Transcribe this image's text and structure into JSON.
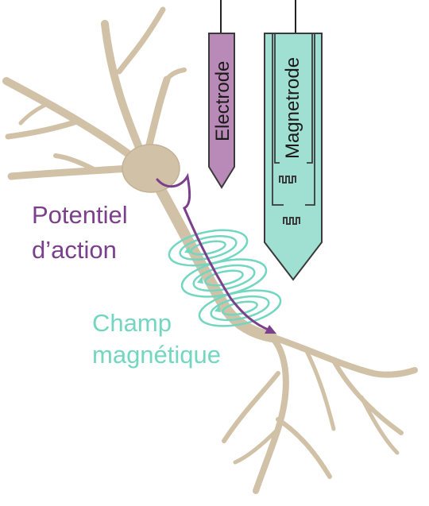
{
  "labels": {
    "electrode": "Electrode",
    "magnetrode": "Magnetrode",
    "action_potential_line1": "Potentiel",
    "action_potential_line2": "d’action",
    "magnetic_field_line1": "Champ",
    "magnetic_field_line2": "magnétique"
  },
  "colors": {
    "neuron": "#d1c2a7",
    "neuron_outline": "#c3b293",
    "action_potential": "#7b3f8c",
    "magnetic_field": "#73d6c1",
    "electrode_fill": "#b98ab7",
    "magnetrode_fill": "#9fe0d3",
    "probe_outline": "#3a3a3a",
    "wire": "#222222"
  }
}
